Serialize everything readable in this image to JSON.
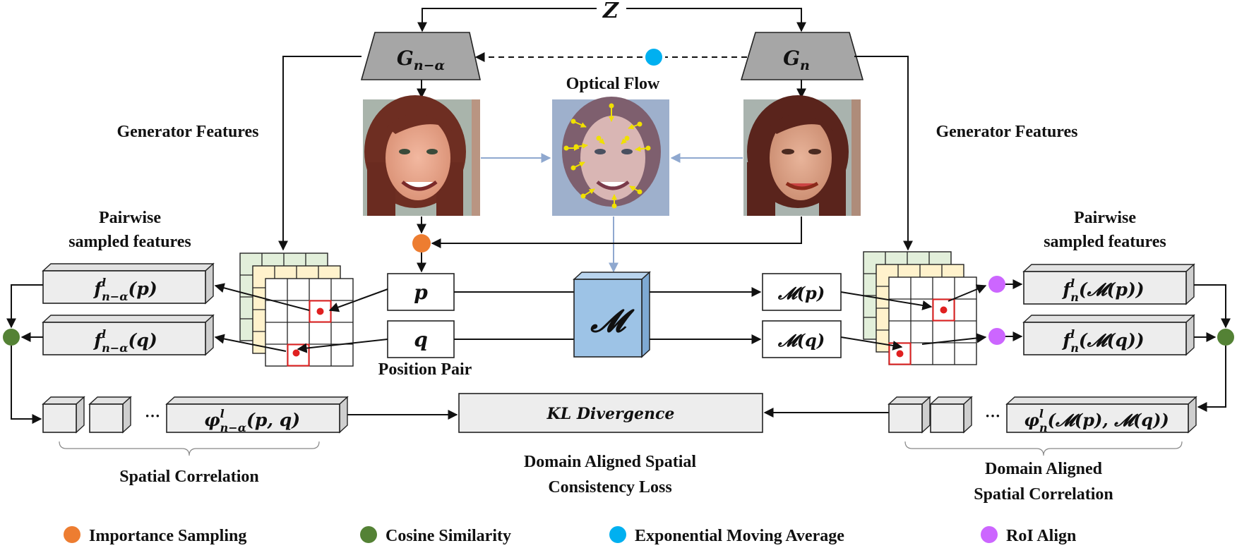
{
  "z_label": "Z",
  "gen_left": {
    "main": "G",
    "sub": "n−α"
  },
  "gen_right": {
    "main": "G",
    "sub": "n"
  },
  "optical_flow_label": "Optical Flow",
  "generator_features_left": "Generator Features",
  "generator_features_right": "Generator Features",
  "pairwise_left": [
    "Pairwise",
    "sampled features"
  ],
  "pairwise_right": [
    "Pairwise",
    "sampled features"
  ],
  "p_label": "p",
  "q_label": "q",
  "position_pair_label": "Position Pair",
  "m_label": "𝓜",
  "mp_label": "𝓜(p)",
  "mq_label": "𝓜(q)",
  "feat_left_p": {
    "base": "f",
    "sup": "l",
    "sub": "n−α",
    "arg": "(p)"
  },
  "feat_left_q": {
    "base": "f",
    "sup": "l",
    "sub": "n−α",
    "arg": "(q)"
  },
  "feat_right_p": {
    "base": "f",
    "sup": "l",
    "sub": "n",
    "arg": "(𝓜(p))"
  },
  "feat_right_q": {
    "base": "f",
    "sup": "l",
    "sub": "n",
    "arg": "(𝓜(q))"
  },
  "phi_left": {
    "base": "φ",
    "sup": "l",
    "sub": "n−α",
    "arg": "(p, q)"
  },
  "phi_right": {
    "base": "φ",
    "sup": "l",
    "sub": "n",
    "arg": "(𝓜(p), 𝓜(q))"
  },
  "ellipsis": "···",
  "kl_label": "KL Divergence",
  "spatial_correlation_label": "Spatial Correlation",
  "loss_label": [
    "Domain Aligned Spatial",
    "Consistency Loss"
  ],
  "aligned_correlation_label": [
    "Domain Aligned",
    "Spatial Correlation"
  ],
  "legend": [
    {
      "label": "Importance Sampling",
      "color": "#ed7d31"
    },
    {
      "label": "Cosine Similarity",
      "color": "#548235"
    },
    {
      "label": "Exponential Moving Average",
      "color": "#00b0f0"
    },
    {
      "label": "RoI Align",
      "color": "#cc66ff"
    }
  ],
  "colors": {
    "generator": "#a6a6a6",
    "m_block": "#9dc3e6",
    "grid_red": "#e02020",
    "map_green": "#e2efda",
    "map_yellow": "#fff2cc",
    "flow_arrow": "#f0e000"
  }
}
